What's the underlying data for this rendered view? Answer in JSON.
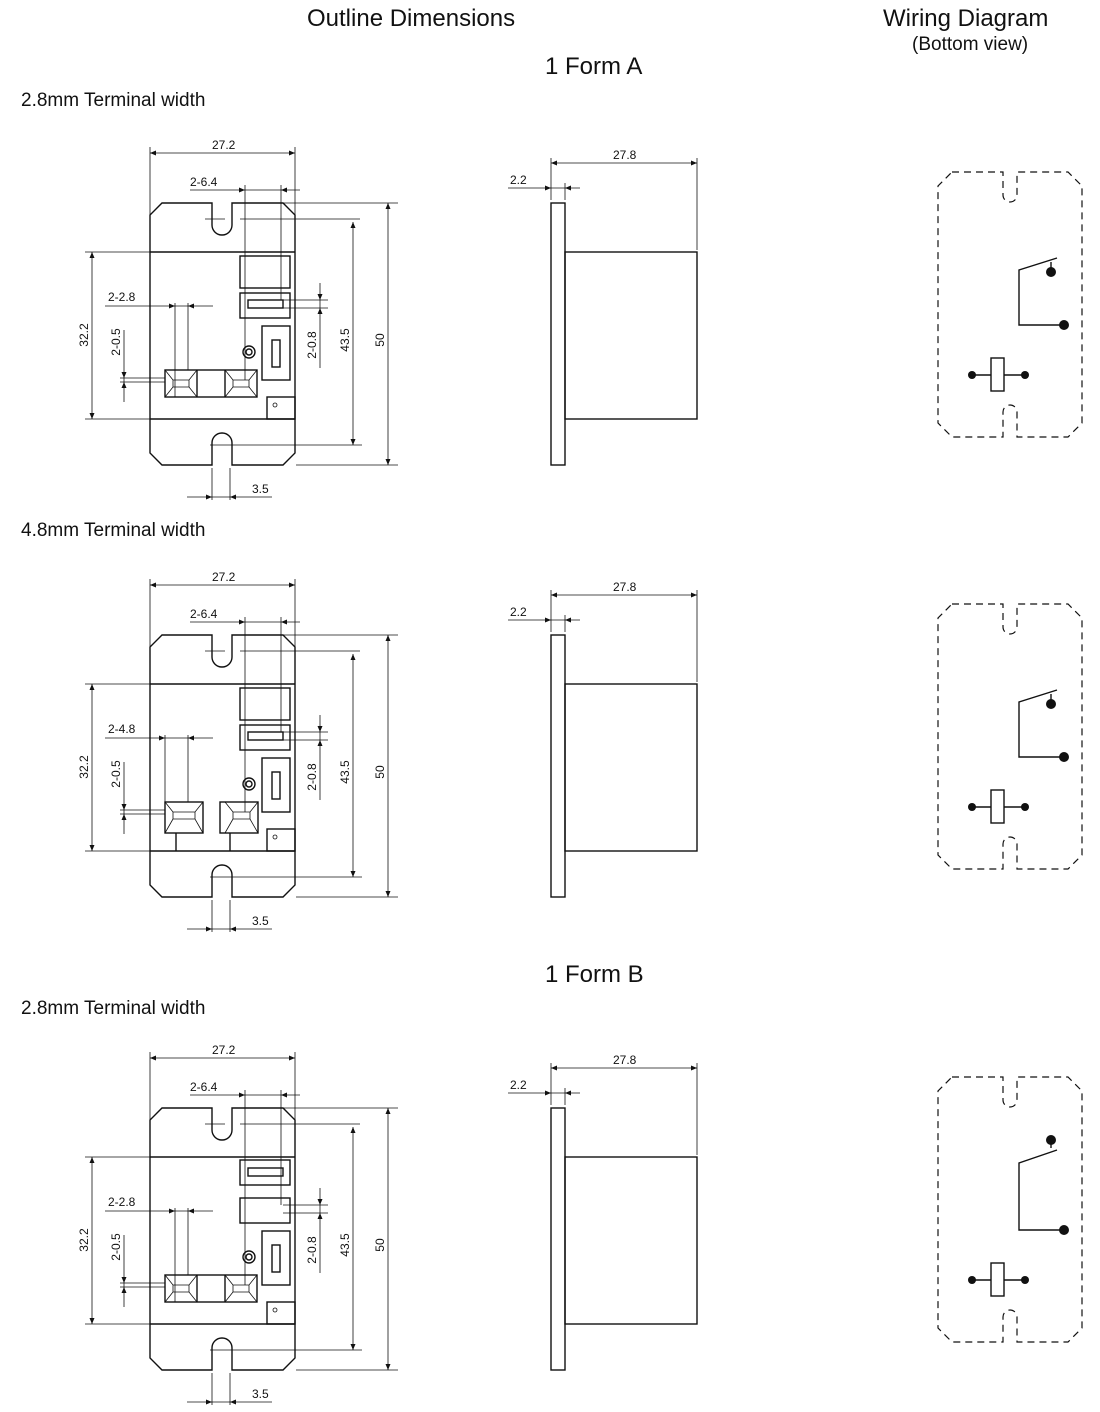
{
  "headers": {
    "outline": "Outline Dimensions",
    "wiring": "Wiring Diagram",
    "wiring_sub": "(Bottom view)",
    "form_a": "1 Form A",
    "form_b": "1 Form B"
  },
  "sections": [
    {
      "title": "2.8mm Terminal width",
      "form": "A",
      "terminal": "2-2.8",
      "dims": {
        "width": "27.2",
        "pitch": "2-6.4",
        "tab_width": "2-2.8",
        "tab_thick": "2-0.5",
        "slot": "2-0.8",
        "center": "32.2",
        "mount": "43.5",
        "height": "50",
        "notch": "3.5",
        "depth": "27.8",
        "flange": "2.2"
      }
    },
    {
      "title": "4.8mm Terminal width",
      "form": "A",
      "terminal": "2-4.8",
      "dims": {
        "width": "27.2",
        "pitch": "2-6.4",
        "tab_width": "2-4.8",
        "tab_thick": "2-0.5",
        "slot": "2-0.8",
        "center": "32.2",
        "mount": "43.5",
        "height": "50",
        "notch": "3.5",
        "depth": "27.8",
        "flange": "2.2"
      }
    },
    {
      "title": "2.8mm Terminal width",
      "form": "B",
      "terminal": "2-2.8",
      "dims": {
        "width": "27.2",
        "pitch": "2-6.4",
        "tab_width": "2-2.8",
        "tab_thick": "2-0.5",
        "slot": "2-0.8",
        "center": "32.2",
        "mount": "43.5",
        "height": "50",
        "notch": "3.5",
        "depth": "27.8",
        "flange": "2.2"
      }
    }
  ]
}
